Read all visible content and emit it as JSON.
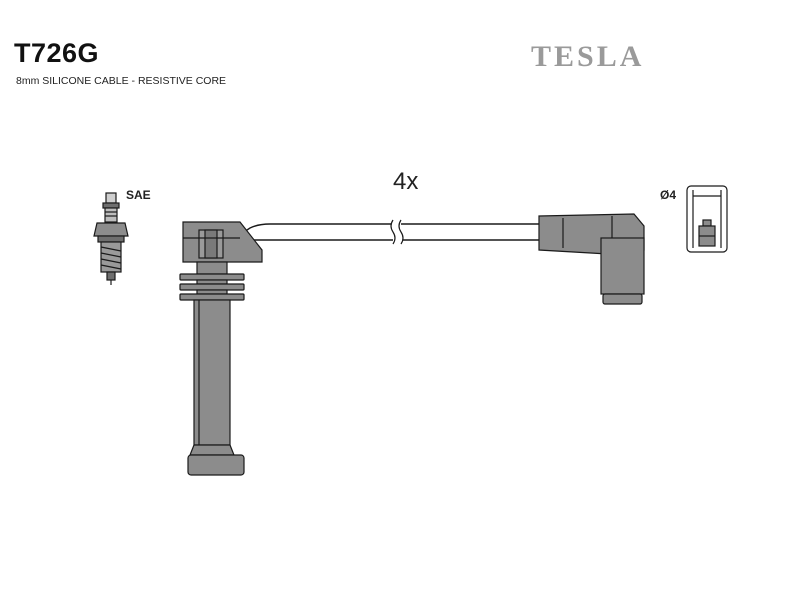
{
  "header": {
    "part_number": "T726G",
    "description": "8mm SILICONE CABLE - RESISTIVE CORE",
    "brand": "TESLA"
  },
  "diagram": {
    "quantity_label": "4x",
    "spark_plug_label": "SAE",
    "terminal_label": "Ø4"
  },
  "colors": {
    "part_fill": "#8c8c8c",
    "outline": "#1a1a1a",
    "brand": "#9a9a9a"
  }
}
